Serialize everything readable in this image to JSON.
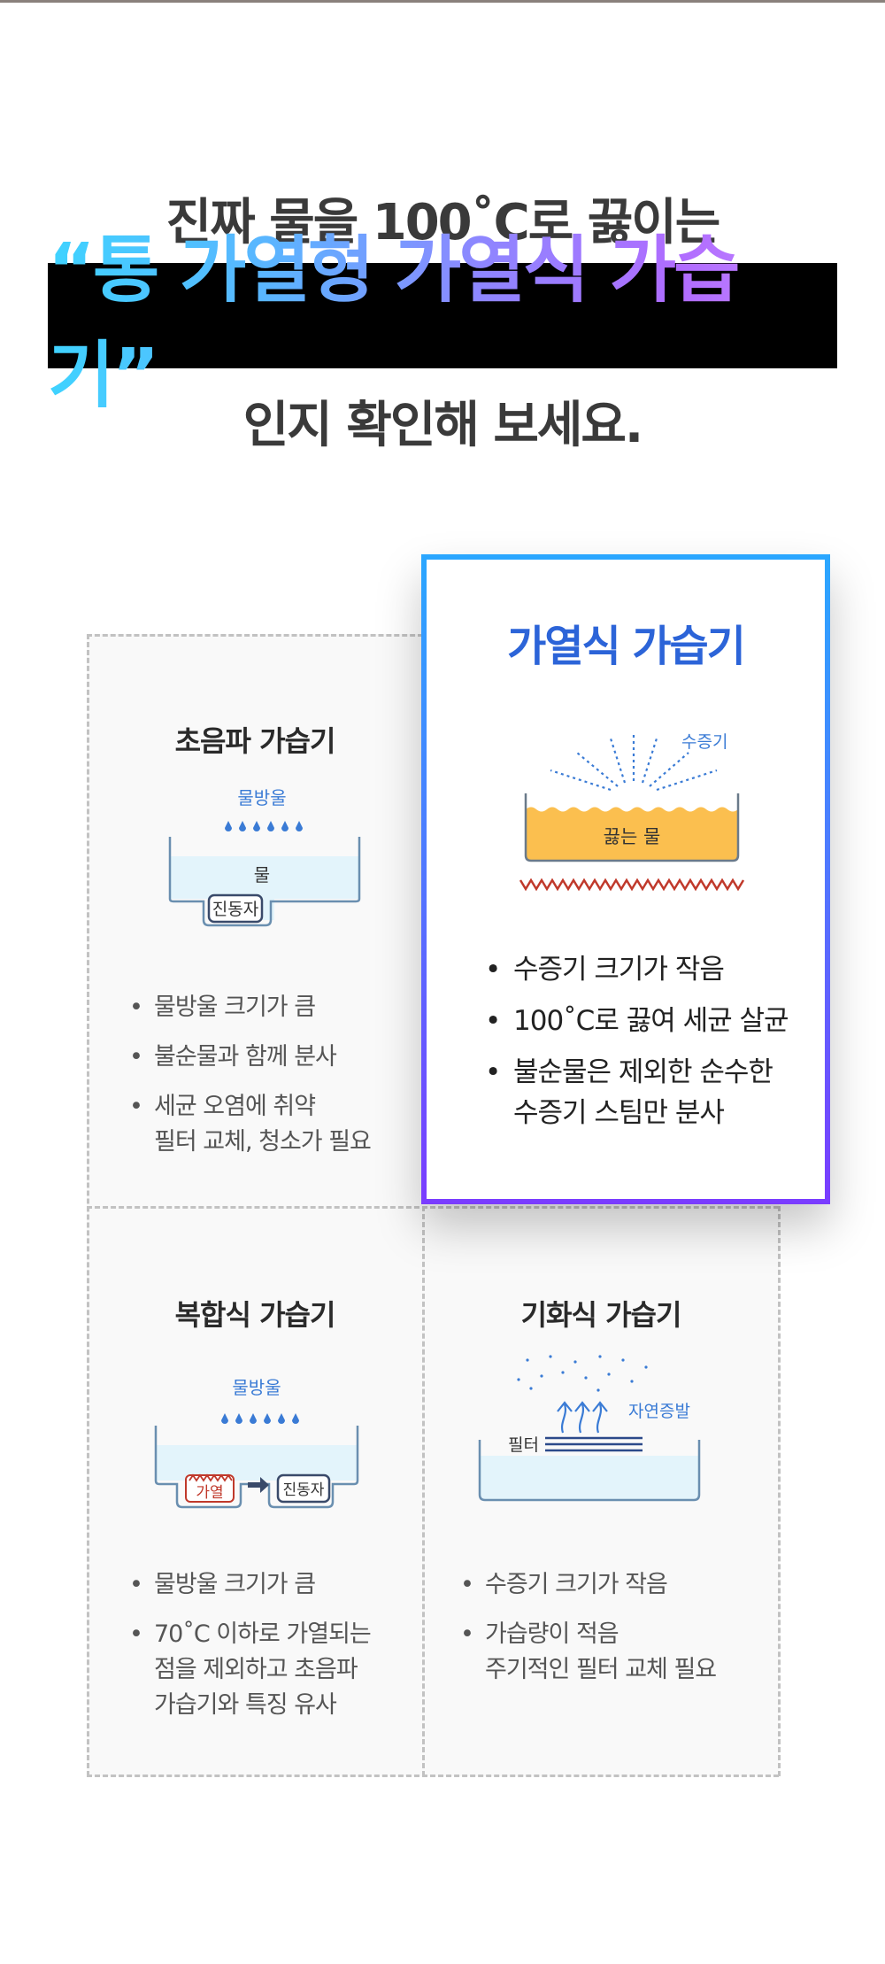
{
  "headline": {
    "line1": "진짜 물을 100˚C로 끓이는",
    "banner": "“통 가열형 가열식 가습기”",
    "line3": "인지 확인해 보세요."
  },
  "cards": {
    "ultrasonic": {
      "title": "초음파 가습기",
      "diagram": {
        "droplets": "물방울",
        "water": "물",
        "vibrator": "진동자"
      },
      "bullets": [
        "물방울 크기가 큼",
        "불순물과 함께 분사",
        "세균 오염에 취약",
        "필터 교체, 청소가 필요"
      ]
    },
    "heating": {
      "title": "가열식 가습기",
      "diagram": {
        "steam": "수증기",
        "boiling": "끓는 물"
      },
      "bullets": [
        "수증기 크기가 작음",
        "100˚C로 끓여 세균 살균",
        "불순물은 제외한 순수한",
        "수증기 스팀만 분사"
      ]
    },
    "hybrid": {
      "title": "복합식 가습기",
      "diagram": {
        "droplets": "물방울",
        "heater": "가열",
        "vibrator": "진동자"
      },
      "bullets": [
        "물방울 크기가 큼",
        "70˚C 이하로 가열되는",
        "점을 제외하고 초음파",
        "가습기와 특징 유사"
      ]
    },
    "evaporative": {
      "title": "기화식 가습기",
      "diagram": {
        "evaporation": "자연증발",
        "filter": "필터"
      },
      "bullets": [
        "수증기 크기가 작음",
        "가습량이 적음",
        "주기적인 필터 교체 필요"
      ]
    }
  },
  "colors": {
    "accent_blue": "#2c64d8",
    "gradient_start": "#3fd3ff",
    "gradient_end": "#b06cff",
    "boiling_water": "#fbbf4f",
    "heater_coil": "#c0392b"
  }
}
